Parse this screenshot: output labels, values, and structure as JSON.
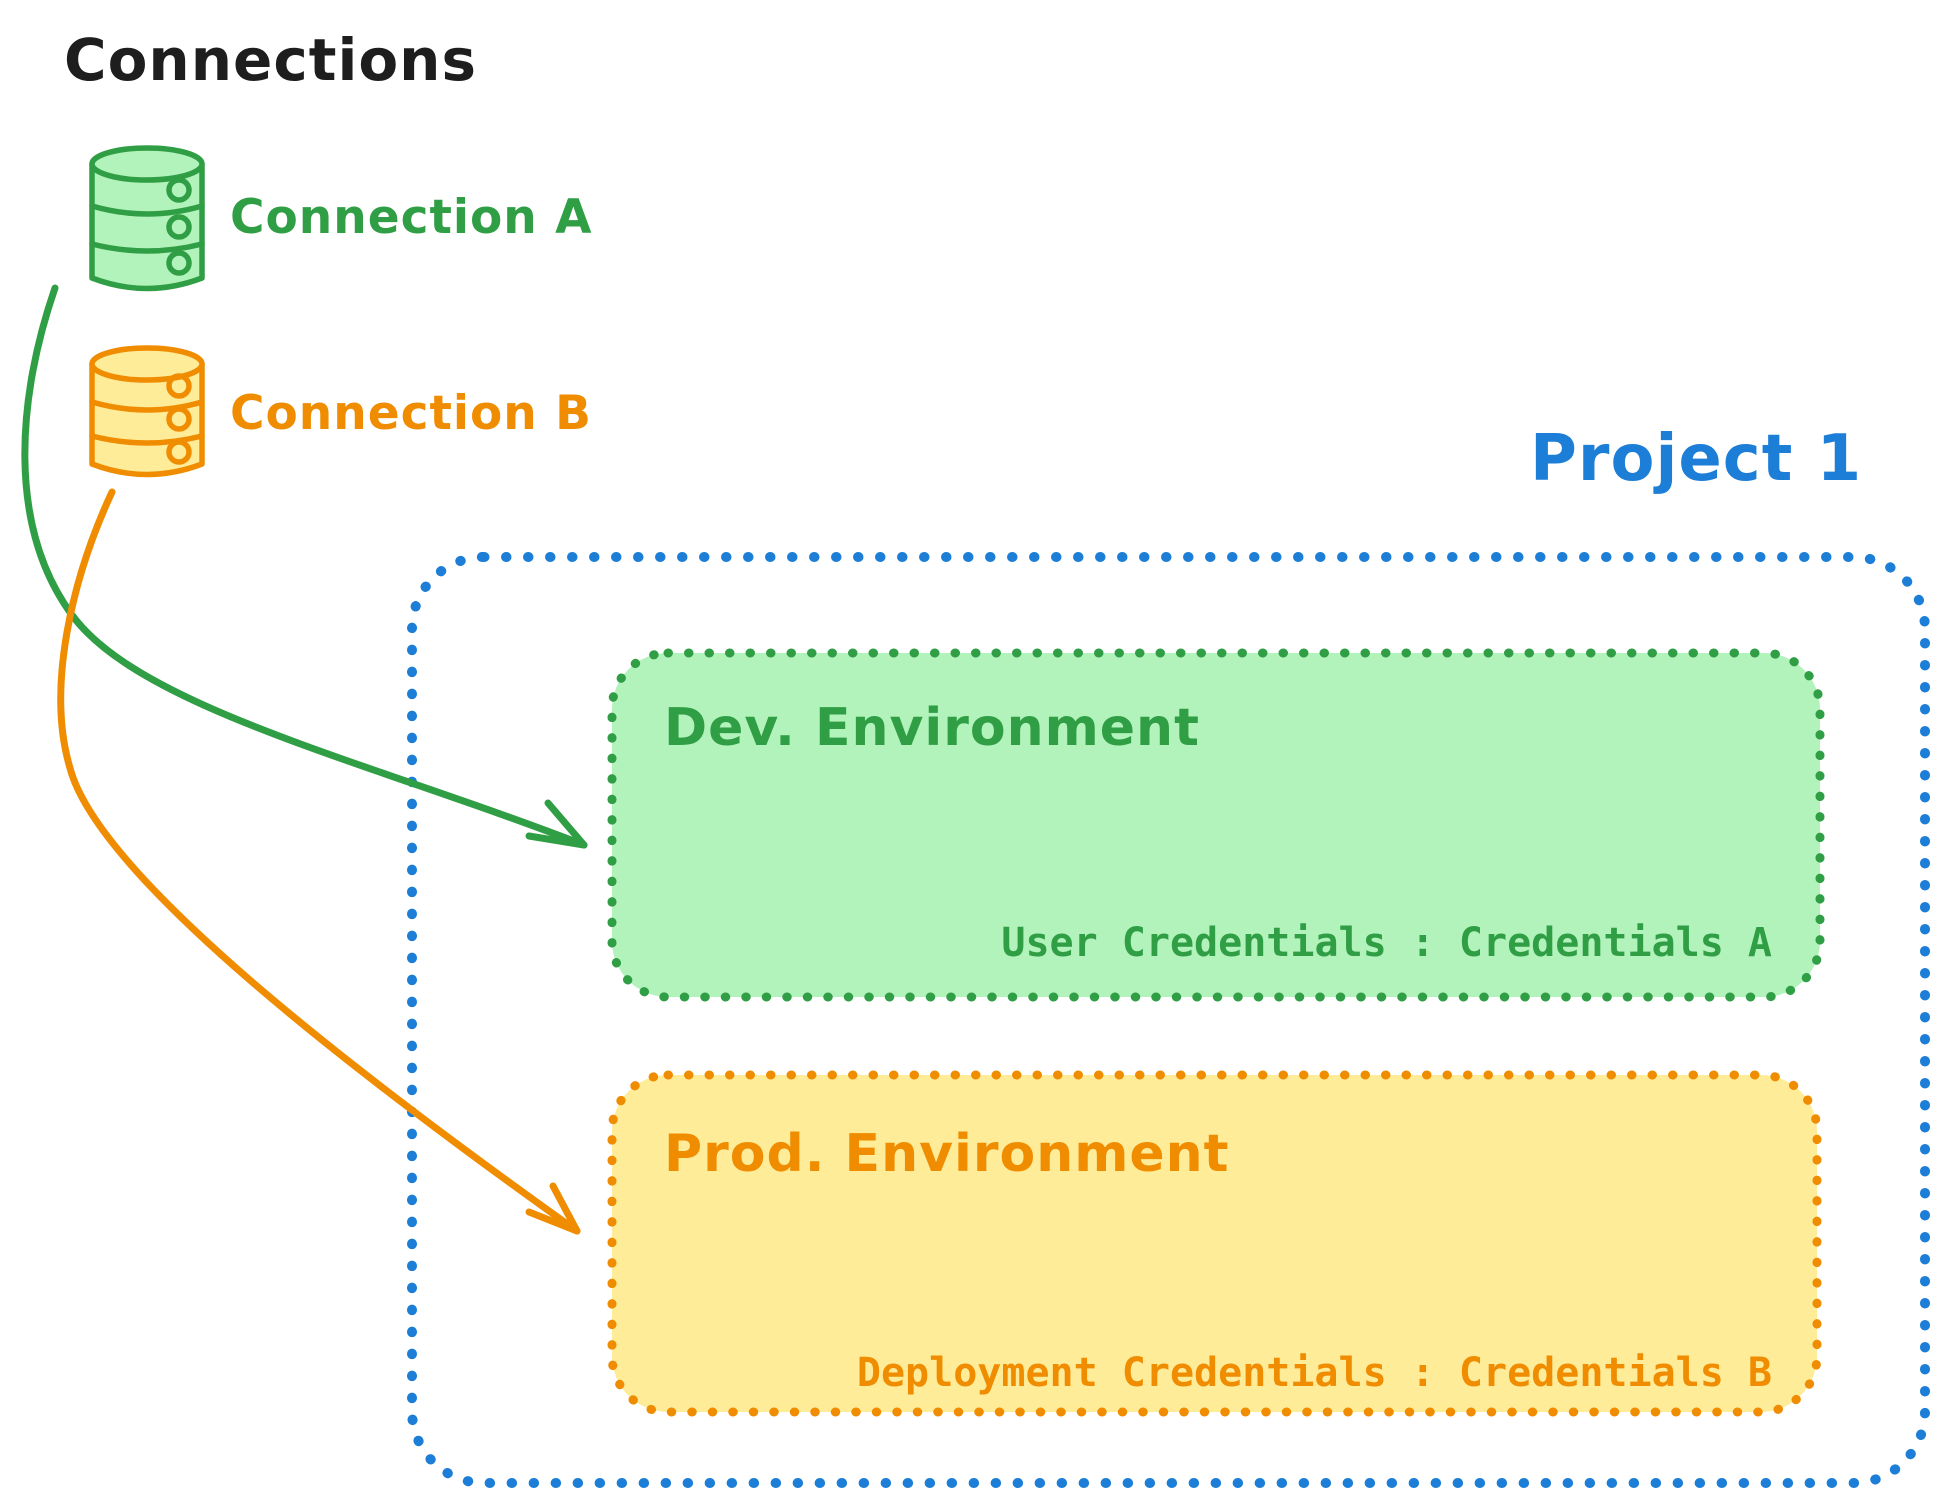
{
  "title": "Connections",
  "colors": {
    "background": "#ffffff",
    "title_text": "#1e1e1e",
    "green": "#2f9e44",
    "green_fill": "#b2f2bb",
    "orange": "#f08c00",
    "orange_fill": "#ffec99",
    "blue": "#1c7ed6"
  },
  "connections": [
    {
      "label": "Connection A",
      "icon": "database-icon",
      "color": "#2f9e44",
      "fill": "#b2f2bb"
    },
    {
      "label": "Connection B",
      "icon": "database-icon",
      "color": "#f08c00",
      "fill": "#ffec99"
    }
  ],
  "project": {
    "label": "Project 1",
    "color": "#1c7ed6",
    "border_color": "#1c7ed6",
    "border_style": "dotted",
    "environments": [
      {
        "name": "Dev. Environment",
        "credentials_label": "User Credentials : Credentials A",
        "border_color": "#2f9e44",
        "fill": "#b2f2bb",
        "border_style": "dotted"
      },
      {
        "name": "Prod. Environment",
        "credentials_label": "Deployment Credentials : Credentials B",
        "border_color": "#f08c00",
        "fill": "#ffec99",
        "border_style": "dotted"
      }
    ]
  },
  "arrows": [
    {
      "from": "Connection A",
      "to": "Dev. Environment",
      "color": "#2f9e44"
    },
    {
      "from": "Connection B",
      "to": "Prod. Environment",
      "color": "#f08c00"
    }
  ]
}
